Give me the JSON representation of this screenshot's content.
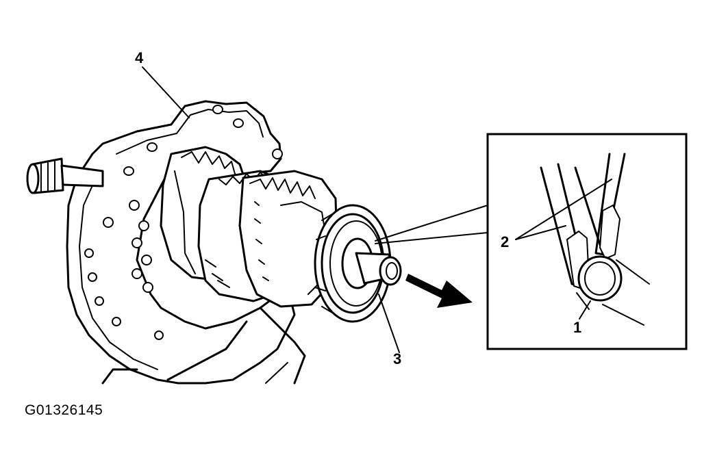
{
  "figure": {
    "id_label": "G01326145"
  },
  "callouts": {
    "c1": "1",
    "c2": "2",
    "c3": "3",
    "c4": "4"
  },
  "colors": {
    "ink": "#000000",
    "paper": "#ffffff"
  },
  "icons": {
    "direction_arrow": "removal-direction-arrow-icon"
  }
}
